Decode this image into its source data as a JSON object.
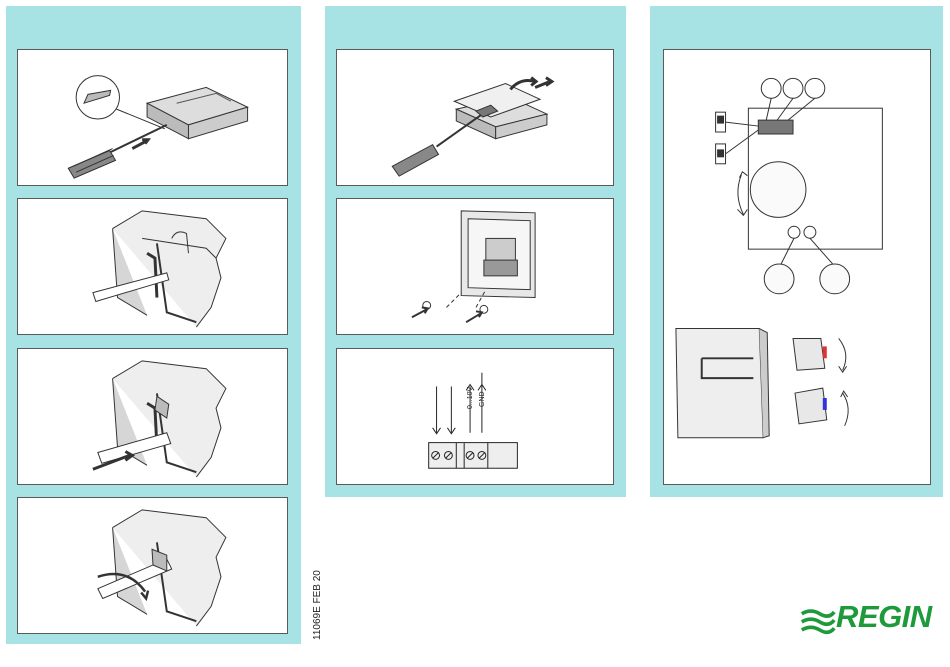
{
  "document": {
    "code": "11069E FEB 20",
    "logo_text": "REGIN",
    "colors": {
      "panel_bg": "#a7e2e4",
      "logo_green": "#1f9a3a"
    }
  },
  "wiring": {
    "label_voltage": "0...10V",
    "label_gnd": "GND"
  },
  "panels": {
    "col1": [
      "open-cover-screwdriver",
      "clip-insert",
      "clip-push",
      "clip-lever"
    ],
    "col2": [
      "lift-cover",
      "mount-screws",
      "terminal-wiring"
    ],
    "col3": [
      "dip-switches-and-knobs",
      "cover-rotation"
    ]
  }
}
